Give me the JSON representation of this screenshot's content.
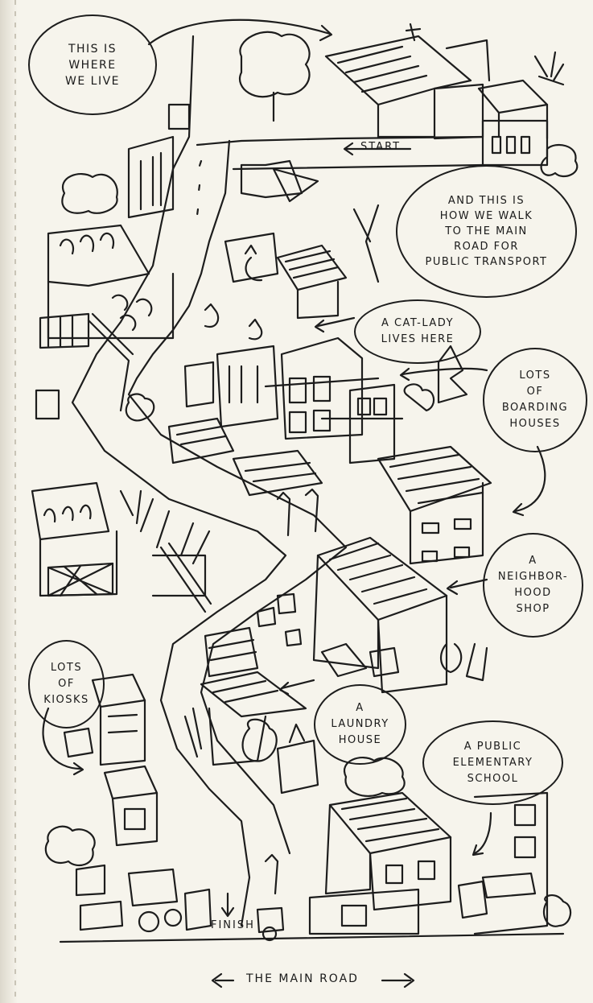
{
  "labels": {
    "where_we_live": "THIS IS\nWHERE\nWE LIVE",
    "how_we_walk": "AND THIS IS\nHOW WE WALK\nTO THE MAIN\nROAD FOR\nPUBLIC TRANSPORT",
    "cat_lady": "A CAT-LADY\nLIVES HERE",
    "boarding": "LOTS\nOF\nBOARDING\nHOUSES",
    "shop": "A\nNEIGHBOR-\nHOOD\nSHOP",
    "kiosks": "LOTS\nOF\nKIOSKS",
    "laundry": "A\nLAUNDRY\nHOUSE",
    "school": "A PUBLIC\nELEMENTARY\nSCHOOL",
    "start": "START",
    "finish": "FINISH",
    "main_road": "THE MAIN ROAD"
  },
  "colors": {
    "paper": "#f6f4ec",
    "ink": "#1d1d1d"
  }
}
